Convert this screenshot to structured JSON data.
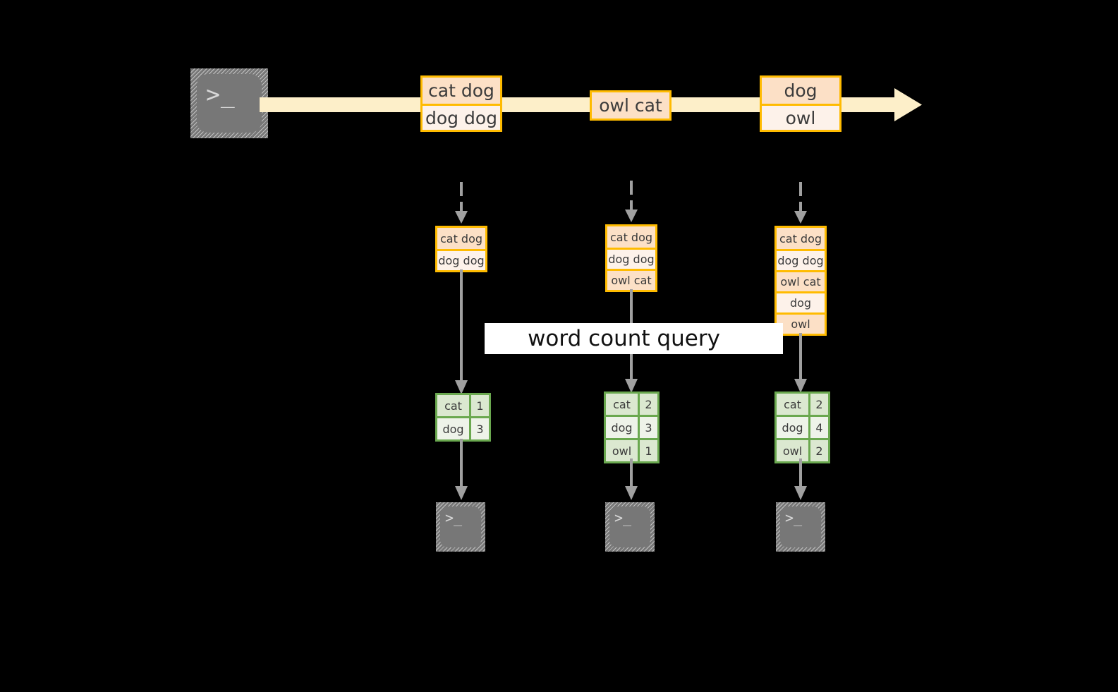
{
  "diagram": {
    "label": "word count query",
    "colors": {
      "background": "#000000",
      "stream_arrow_fill": "#fdefc9",
      "message_border": "#ffbb00",
      "message_fill_dark": "#fce0c6",
      "message_fill_light": "#fdf2ea",
      "result_border": "#6aa84f",
      "result_fill_dark": "#dbe8d0",
      "result_fill_light": "#eef3e9",
      "connector": "#a0a0a0",
      "terminal_fill": "#777777",
      "text": "#3b3b3b"
    },
    "source_terminal": {
      "glyph": ">_",
      "icon": "terminal-icon"
    },
    "stream_messages": [
      {
        "lines": [
          "cat dog",
          "dog dog"
        ]
      },
      {
        "lines": [
          "owl cat"
        ]
      },
      {
        "lines": [
          "dog",
          "owl"
        ]
      }
    ],
    "columns": [
      {
        "accumulated": [
          "cat dog",
          "dog dog"
        ],
        "result": {
          "rows": [
            {
              "word": "cat",
              "count": "1"
            },
            {
              "word": "dog",
              "count": "3"
            }
          ]
        },
        "sink_terminal": {
          "glyph": ">_",
          "icon": "terminal-icon"
        }
      },
      {
        "accumulated": [
          "cat dog",
          "dog dog",
          "owl cat"
        ],
        "result": {
          "rows": [
            {
              "word": "cat",
              "count": "2"
            },
            {
              "word": "dog",
              "count": "3"
            },
            {
              "word": "owl",
              "count": "1"
            }
          ]
        },
        "sink_terminal": {
          "glyph": ">_",
          "icon": "terminal-icon"
        }
      },
      {
        "accumulated": [
          "cat dog",
          "dog dog",
          "owl cat",
          "dog",
          "owl"
        ],
        "result": {
          "rows": [
            {
              "word": "cat",
              "count": "2"
            },
            {
              "word": "dog",
              "count": "4"
            },
            {
              "word": "owl",
              "count": "2"
            }
          ]
        },
        "sink_terminal": {
          "glyph": ">_",
          "icon": "terminal-icon"
        }
      }
    ]
  }
}
